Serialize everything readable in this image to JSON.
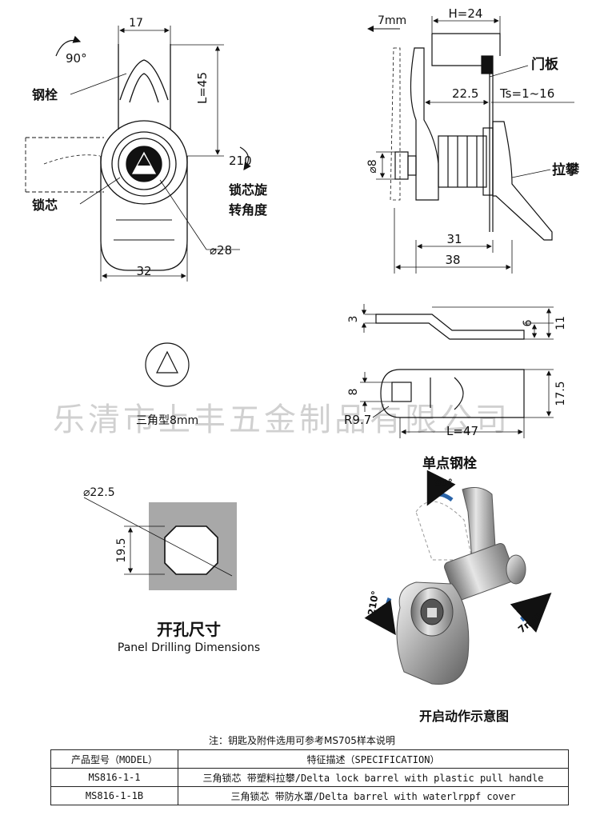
{
  "front_view": {
    "dim_top": "17",
    "dim_length": "L=45",
    "dim_width": "32",
    "dim_diameter": "⌀28",
    "rotate_handle": "90°",
    "label_bolt": "钢栓",
    "label_core": "锁芯",
    "rotate_core": "210",
    "label_core_angle_1": "锁芯旋",
    "label_core_angle_2": "转角度"
  },
  "side_view": {
    "dim_travel": "7mm",
    "dim_h": "H=24",
    "label_door": "门板",
    "dim_22_5": "22.5",
    "dim_ts": "Ts=1~16",
    "dim_d8": "⌀8",
    "label_pull": "拉攀",
    "dim_31": "31",
    "dim_38": "38"
  },
  "cam_view": {
    "dim_3": "3",
    "dim_6": "6",
    "dim_11": "11",
    "dim_8": "8",
    "dim_17_5": "17.5",
    "dim_r": "R9.7",
    "dim_l": "L=47",
    "title": "单点钢栓"
  },
  "key_view": {
    "label": "三角型8mm"
  },
  "watermark": "乐清市上丰五金制品有限公司",
  "drilling": {
    "dim_d": "⌀22.5",
    "dim_h": "19.5",
    "title_cn": "开孔尺寸",
    "title_en": "Panel Drilling Dimensions"
  },
  "photo": {
    "rot_90": "90°",
    "rot_210": "210°",
    "travel": "7mm",
    "caption": "开启动作示意图"
  },
  "note": "注：钥匙及附件选用可参考MS705样本说明",
  "table": {
    "headers": [
      "产品型号（MODEL）",
      "特征描述（SPECIFICATION）"
    ],
    "rows": [
      [
        "MS816-1-1",
        "三角锁芯 带塑料拉攀/Delta lock barrel with plastic pull handle"
      ],
      [
        "MS816-1-1B",
        "三角锁芯 带防水罩/Delta barrel with waterlrppf cover"
      ]
    ]
  }
}
